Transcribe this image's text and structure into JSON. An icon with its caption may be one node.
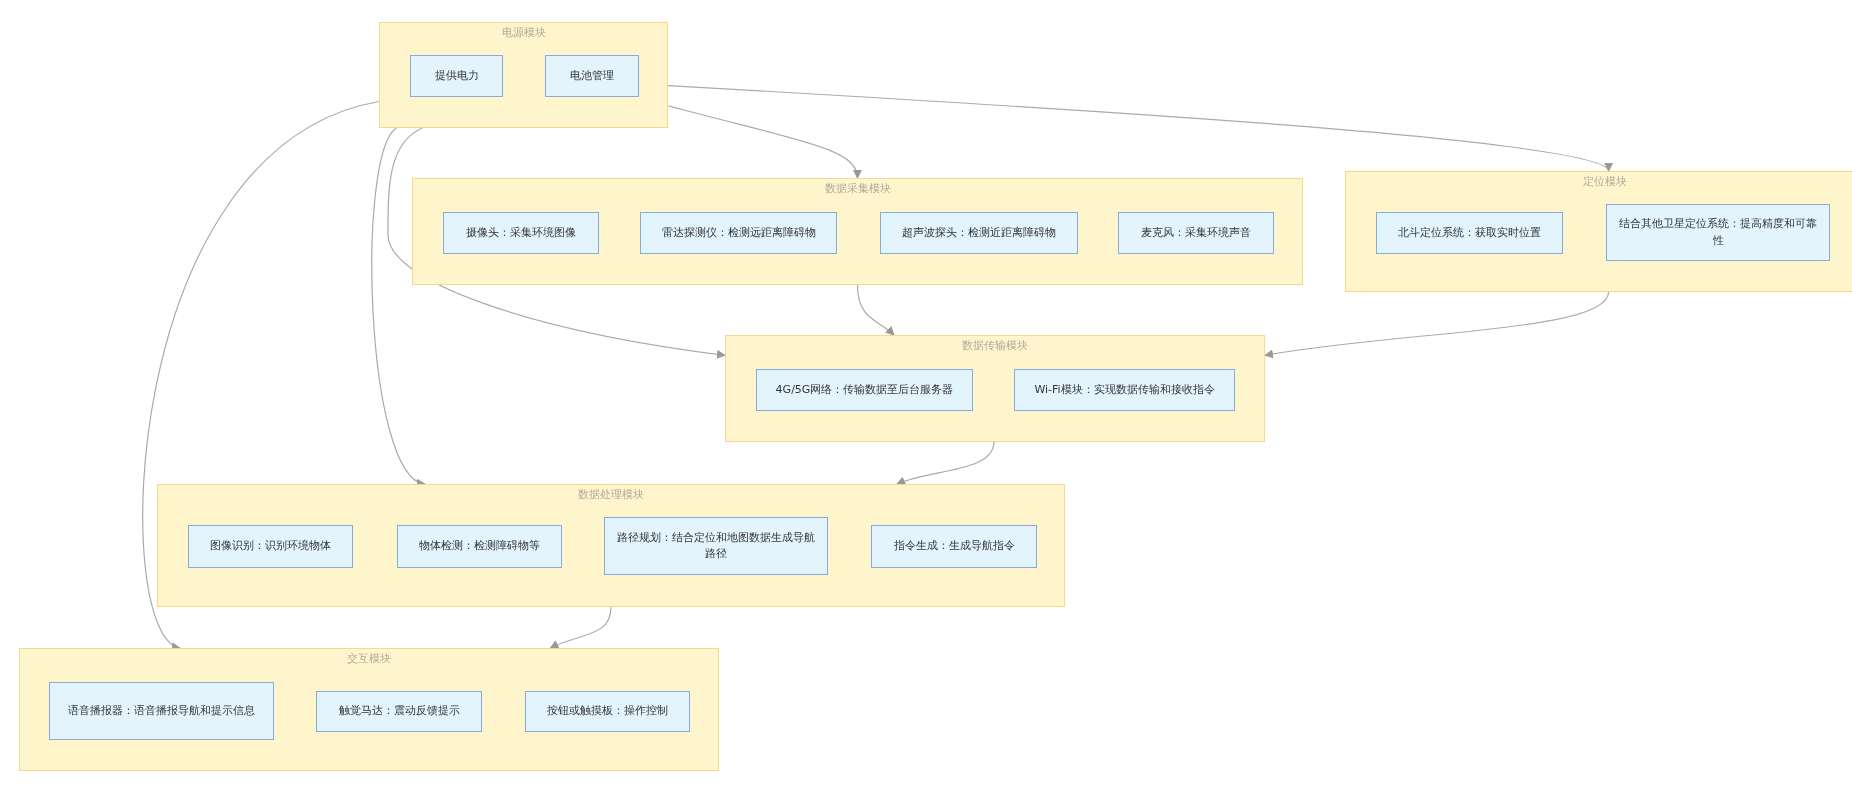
{
  "diagram": {
    "nodes": [
      {
        "text": [
          "电源模块"
        ]
      },
      {
        "text": [
          "提供电力"
        ],
        "in": 0
      },
      {
        "text": [
          "电池管理"
        ],
        "in": 0
      },
      {
        "text": [
          "数据采集模块"
        ]
      },
      {
        "text": [
          "摄像头：采集环境图像"
        ],
        "in": 3
      },
      {
        "text": [
          "雷达探测仪：检测远距离障碍物"
        ],
        "in": 3
      },
      {
        "text": [
          "超声波探头：检测近距离障碍物"
        ],
        "in": 3
      },
      {
        "text": [
          "麦克风：采集环境声音"
        ],
        "in": 3
      },
      {
        "text": [
          "定位模块"
        ]
      },
      {
        "text": [
          "北斗定位系统：获取实时位置"
        ],
        "in": 8
      },
      {
        "text": [
          "结合其他卫星定位系统：提高精度和可靠性"
        ],
        "in": 8
      },
      {
        "text": [
          "数据传输模块"
        ]
      },
      {
        "text": [
          "4G/5G网络：传输数据至后台服务器"
        ],
        "in": 11
      },
      {
        "text": [
          "Wi-Fi模块：实现数据传输和接收指令"
        ],
        "in": 11
      },
      {
        "text": [
          "数据处理模块"
        ]
      },
      {
        "text": [
          "图像识别：识别环境物体"
        ],
        "in": 14
      },
      {
        "text": [
          "物体检测：检测障碍物等"
        ],
        "in": 14
      },
      {
        "text": [
          "路径规划：结合定位和地图数据生成导航路径"
        ],
        "in": 14
      },
      {
        "text": [
          "指令生成：生成导航指令"
        ],
        "in": 14
      },
      {
        "text": [
          "交互模块"
        ]
      },
      {
        "text": [
          "语音播报器：语音播报导航和提示信息"
        ],
        "in": 19
      },
      {
        "text": [
          "触觉马达：震动反馈提示"
        ],
        "in": 19
      },
      {
        "text": [
          "按钮或触摸板：操作控制"
        ],
        "in": 19
      }
    ],
    "edges": [
      {
        "from": 0,
        "to": 19,
        "arrow": "to"
      },
      {
        "from": 0,
        "to": 14,
        "arrow": "to"
      },
      {
        "from": 0,
        "to": 11,
        "arrow": "to"
      },
      {
        "from": 0,
        "to": 3,
        "arrow": "to"
      },
      {
        "from": 0,
        "to": 8,
        "arrow": "to"
      },
      {
        "from": 3,
        "to": 11,
        "arrow": "to"
      },
      {
        "from": 8,
        "to": 11,
        "arrow": "to"
      },
      {
        "from": 11,
        "to": 14,
        "arrow": "to"
      },
      {
        "from": 14,
        "to": 19,
        "arrow": "to"
      }
    ]
  }
}
